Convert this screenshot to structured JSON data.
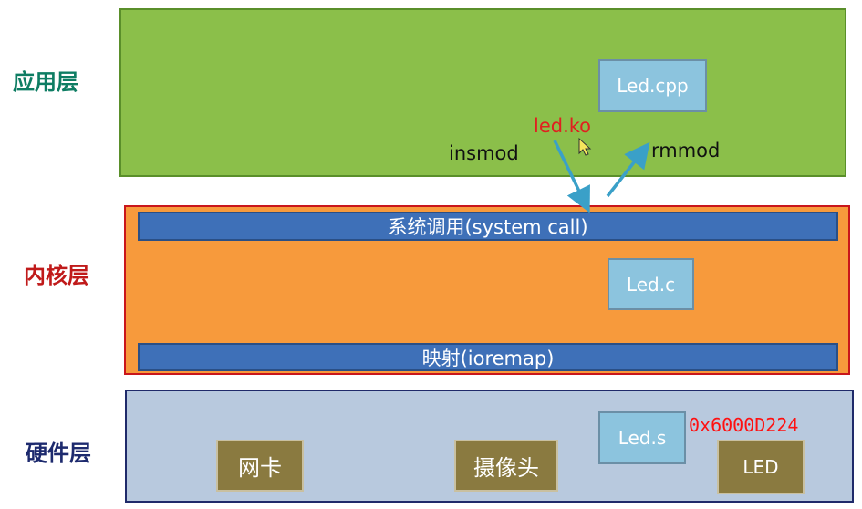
{
  "layers": {
    "app": {
      "label": "应用层",
      "label_color": "#0e7d63",
      "bg": "#8bbf4a",
      "border": "#5a8f2a"
    },
    "kernel": {
      "label": "内核层",
      "label_color": "#c01a1a",
      "bg": "#f79a3c",
      "border": "#c9161b"
    },
    "hardware": {
      "label": "硬件层",
      "label_color": "#1d2a6e",
      "bg": "#b8c9de",
      "border": "#1f2a6a"
    }
  },
  "app": {
    "led_cpp": "Led.cpp",
    "led_ko": "led.ko",
    "insmod": "insmod",
    "rmmod": "rmmod"
  },
  "kernel": {
    "syscall_bar": "系统调用(system call)",
    "led_c": "Led.c",
    "mapping_bar": "映射(ioremap)"
  },
  "hardware": {
    "nic": "网卡",
    "camera": "摄像头",
    "led_s": "Led.s",
    "led": "LED",
    "address": "0x6000D224"
  },
  "colors": {
    "arrow": "#3aa0c8",
    "bar": "#3e70b8",
    "led_ko_text": "#e02020",
    "address_text": "#ff1010"
  }
}
